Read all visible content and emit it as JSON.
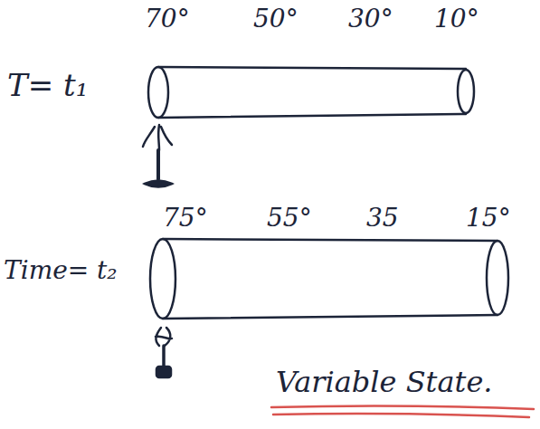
{
  "diagram": {
    "caption": "Variable State.",
    "labels": [
      "T= t₁",
      "70°",
      "50°",
      "30°",
      "10°",
      "Time= t₂",
      "75°",
      "55°",
      "35",
      "15°"
    ]
  }
}
